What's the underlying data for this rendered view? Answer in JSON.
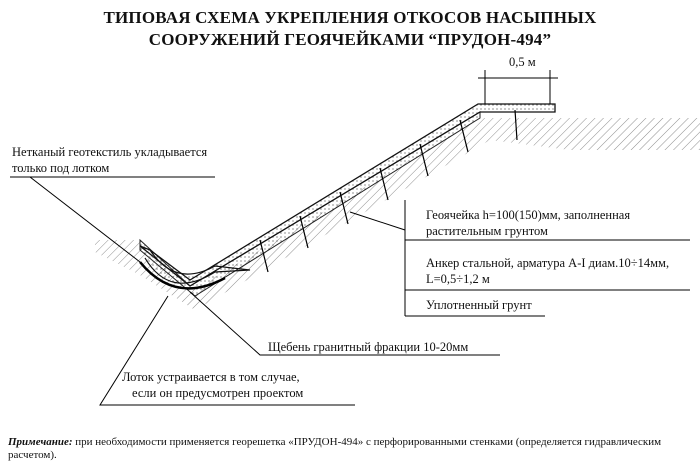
{
  "title": {
    "line1": "ТИПОВАЯ СХЕМА УКРЕПЛЕНИЯ ОТКОСОВ НАСЫПНЫХ",
    "line2": "СООРУЖЕНИЙ ГЕОЯЧЕЙКАМИ “ПРУДОН-494”"
  },
  "dimension": "0,5 м",
  "labels": {
    "geotextile": [
      "Нетканый геотекстиль укладывается",
      "только под лотком"
    ],
    "geocell": [
      "Геоячейка  h=100(150)мм, заполненная",
      "растительным грунтом"
    ],
    "anchor": [
      "Анкер стальной, арматура А-I диам.10÷14мм,",
      "L=0,5÷1,2 м"
    ],
    "soil": "Уплотненный грунт",
    "gravel": "Щебень гранитный фракции 10-20мм",
    "tray": [
      "Лоток  устраивается в том случае,",
      "если он предусмотрен проектом"
    ]
  },
  "note": {
    "prefix": "Примечание:",
    "text": " при необходимости применяется георешетка «ПРУДОН-494» с перфорированными стенками (определяется гидравлическим расчетом)."
  }
}
